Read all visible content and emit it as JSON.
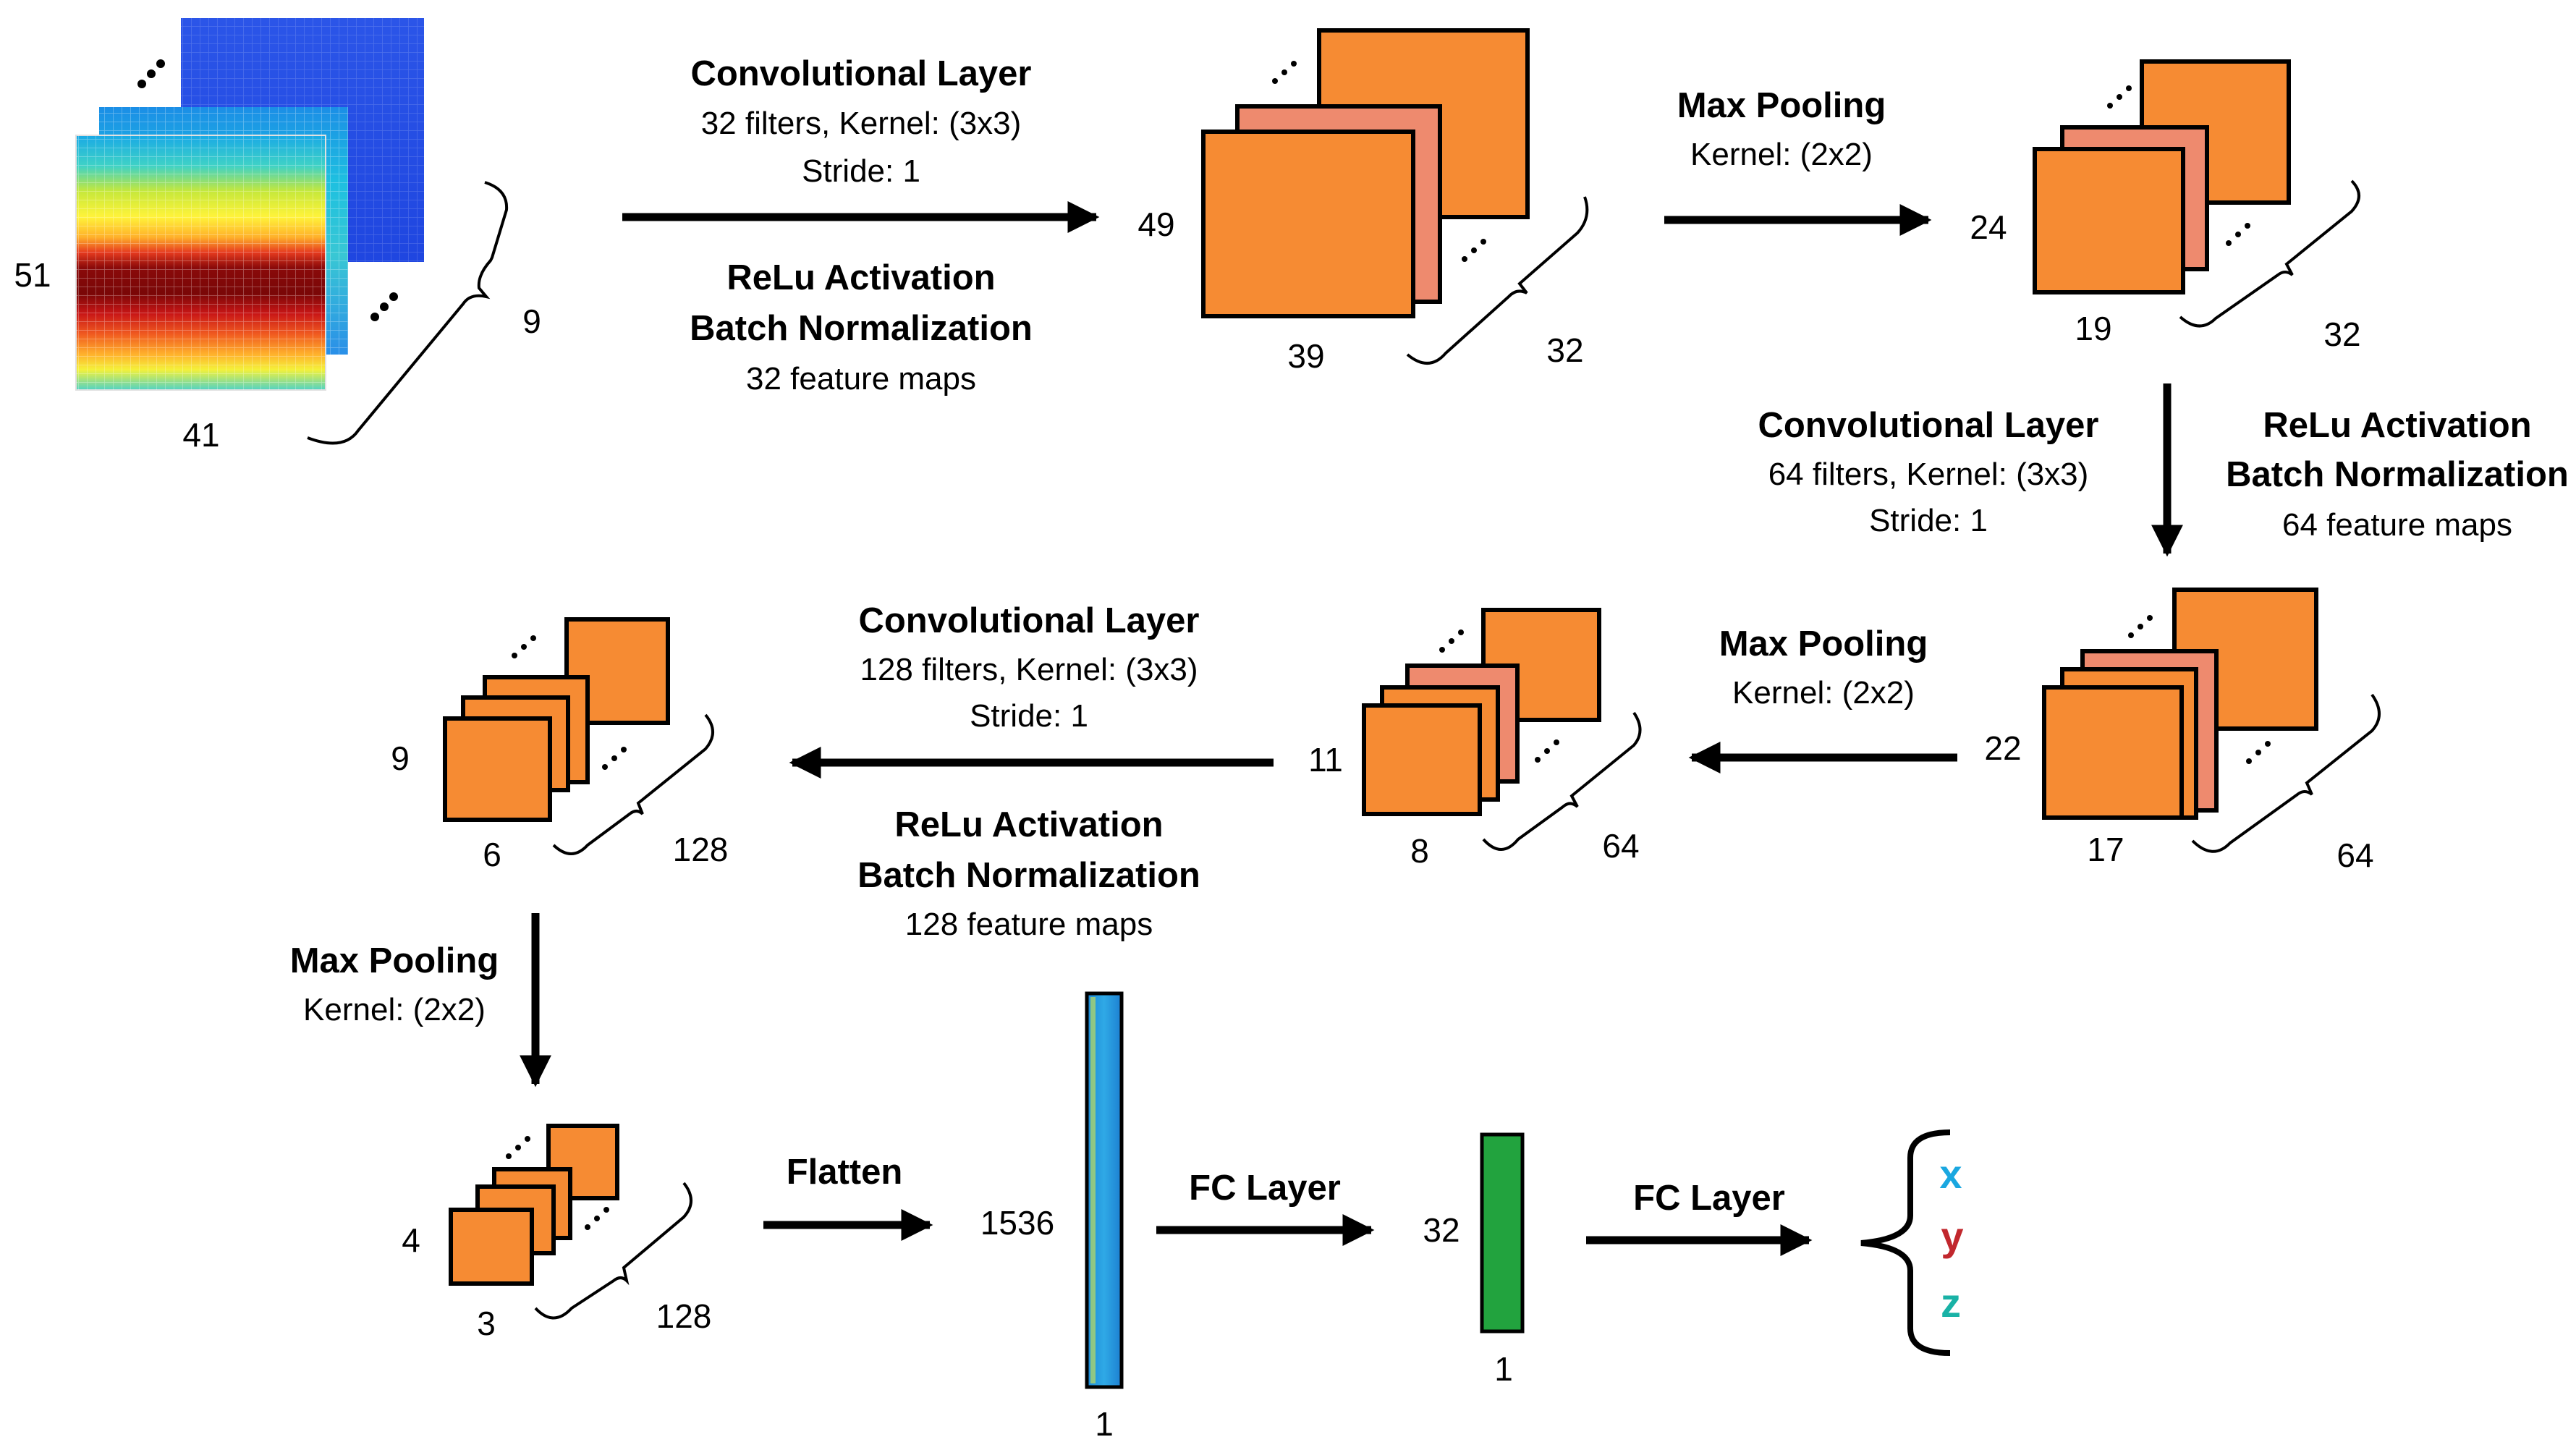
{
  "input": {
    "height": "51",
    "width": "41",
    "depth": "9"
  },
  "stage1": {
    "title": "Convolutional Layer",
    "params": "32 filters, Kernel: (3x3)",
    "stride": "Stride: 1",
    "activation": "ReLu Activation",
    "norm": "Batch Normalization",
    "maps": "32 feature maps",
    "out_height": "49",
    "out_width": "39",
    "out_depth": "32"
  },
  "pool1": {
    "title": "Max Pooling",
    "kernel": "Kernel: (2x2)",
    "out_height": "24",
    "out_width": "19",
    "out_depth": "32"
  },
  "stage2": {
    "title": "Convolutional Layer",
    "params": "64 filters, Kernel: (3x3)",
    "stride": "Stride: 1",
    "activation": "ReLu Activation",
    "norm": "Batch Normalization",
    "maps": "64 feature maps",
    "out_height": "22",
    "out_width": "17",
    "out_depth": "64"
  },
  "pool2": {
    "title": "Max Pooling",
    "kernel": "Kernel: (2x2)",
    "out_height": "11",
    "out_width": "8",
    "out_depth": "64"
  },
  "stage3": {
    "title": "Convolutional Layer",
    "params": "128 filters, Kernel: (3x3)",
    "stride": "Stride: 1",
    "activation": "ReLu Activation",
    "norm": "Batch Normalization",
    "maps": "128 feature maps",
    "out_height": "9",
    "out_width": "6",
    "out_depth": "128"
  },
  "pool3": {
    "title": "Max Pooling",
    "kernel": "Kernel: (2x2)",
    "out_height": "4",
    "out_width": "3",
    "out_depth": "128"
  },
  "flatten": {
    "title": "Flatten",
    "length": "1536",
    "width": "1"
  },
  "fc1": {
    "title": "FC Layer",
    "length": "32",
    "width": "1"
  },
  "fc2": {
    "title": "FC Layer"
  },
  "outputs": {
    "x": "x",
    "y": "y",
    "z": "z"
  },
  "colors": {
    "feature_map": "#F68B33",
    "feature_map_mid": "#EE8A6E",
    "flatten_vector": "#2EA3E0",
    "fc_vector": "#22A33E",
    "output_x": "#1AA7E0",
    "output_y": "#C1272D",
    "output_z": "#19B2A6"
  }
}
